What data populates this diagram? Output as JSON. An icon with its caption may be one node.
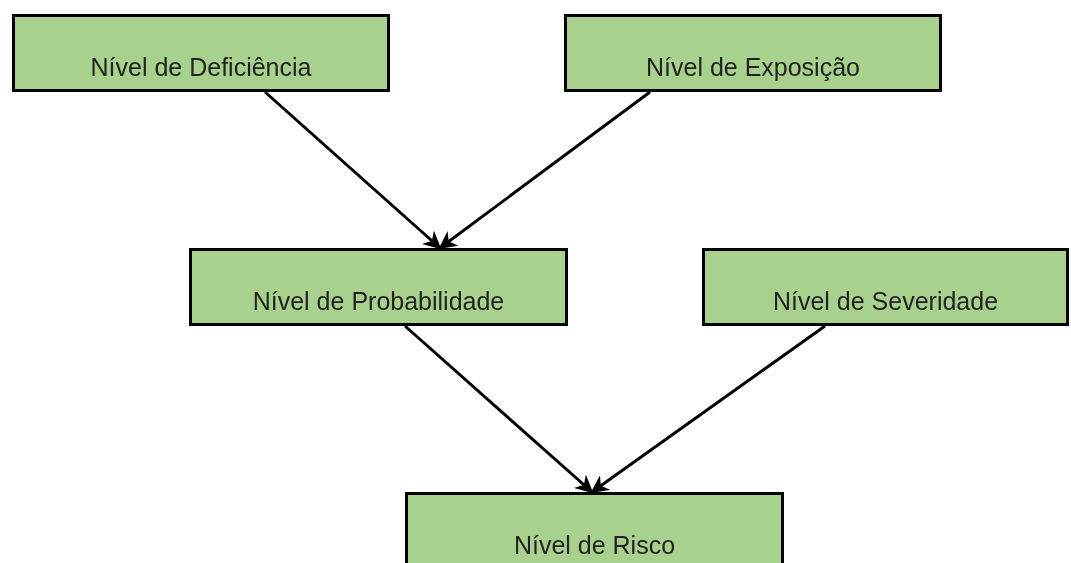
{
  "diagram": {
    "nodes": [
      {
        "text": [
          "Nível de Deficiência"
        ]
      },
      {
        "text": [
          "Nível de Exposição"
        ]
      },
      {
        "text": [
          "Nível de Probabilidade"
        ]
      },
      {
        "text": [
          "Nível de Severidade"
        ]
      },
      {
        "text": [
          "Nível de Risco"
        ]
      }
    ],
    "edges": [
      {
        "from": 0,
        "to": 2,
        "arrow": "to"
      },
      {
        "from": 1,
        "to": 2,
        "arrow": "to"
      },
      {
        "from": 2,
        "to": 4,
        "arrow": "to"
      },
      {
        "from": 3,
        "to": 4,
        "arrow": "to"
      }
    ]
  }
}
